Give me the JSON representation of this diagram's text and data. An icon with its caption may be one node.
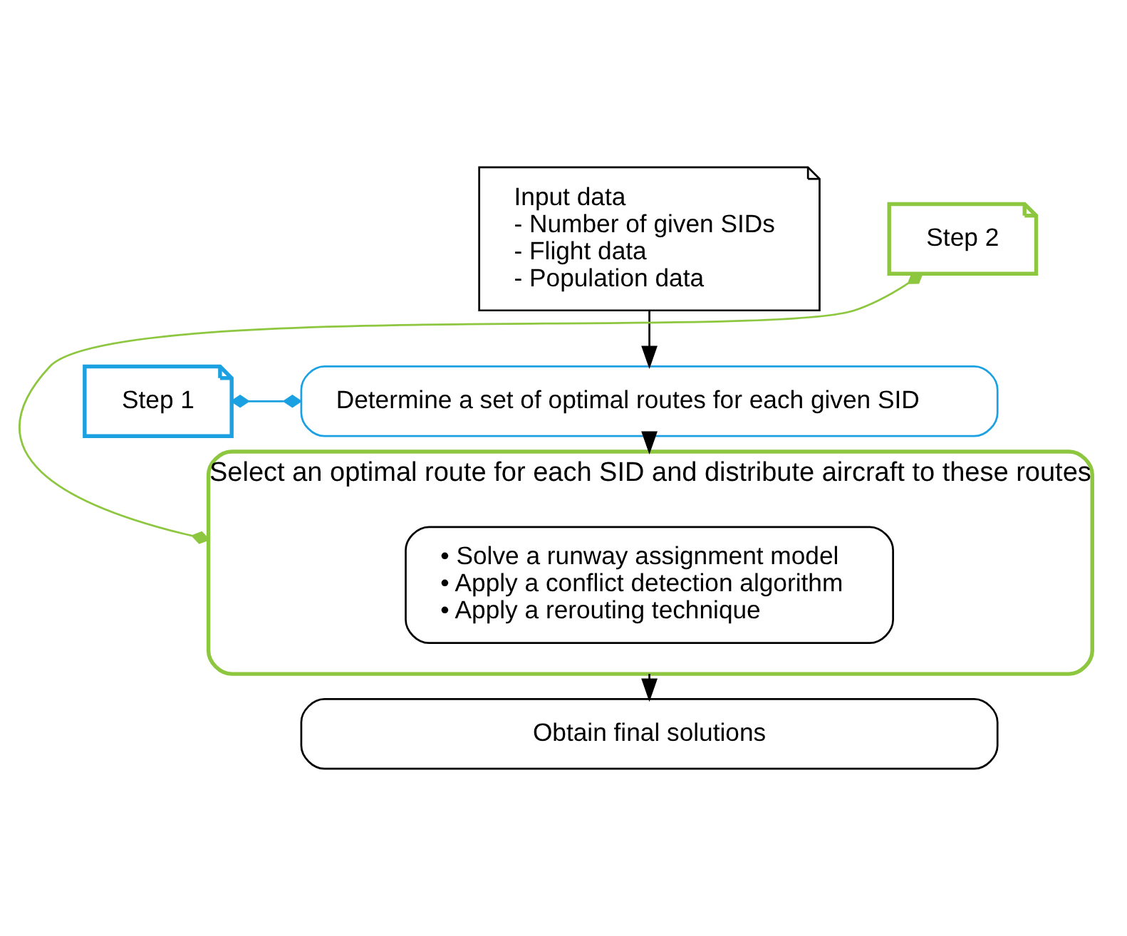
{
  "diagram": {
    "nodes": [
      {
        "text": [
          "Input data",
          "- Number of given SIDs",
          "- Flight data",
          "- Population data"
        ]
      },
      {
        "text": [
          "Step 1"
        ]
      },
      {
        "text": [
          "Determine a set of optimal routes for each given SID"
        ]
      },
      {
        "text": [
          "Step 2"
        ]
      },
      {
        "text": [
          "Select an optimal route for each SID and distribute aircraft to these routes"
        ]
      },
      {
        "text": [
          "• Solve a runway assignment model",
          "• Apply a conflict detection algorithm",
          "• Apply a rerouting technique"
        ],
        "in": 4
      },
      {
        "text": [
          "Obtain final solutions"
        ]
      }
    ],
    "edges": [
      {
        "from": 0,
        "to": 2,
        "arrow": "to"
      },
      {
        "from": 1,
        "to": 2,
        "arrow": "other",
        "color": "#1ba1e2"
      },
      {
        "from": 2,
        "to": 4,
        "arrow": "to"
      },
      {
        "from": 3,
        "to": 4,
        "arrow": "other",
        "color": "#8dc63f"
      },
      {
        "from": 4,
        "to": 6,
        "arrow": "to"
      }
    ]
  }
}
